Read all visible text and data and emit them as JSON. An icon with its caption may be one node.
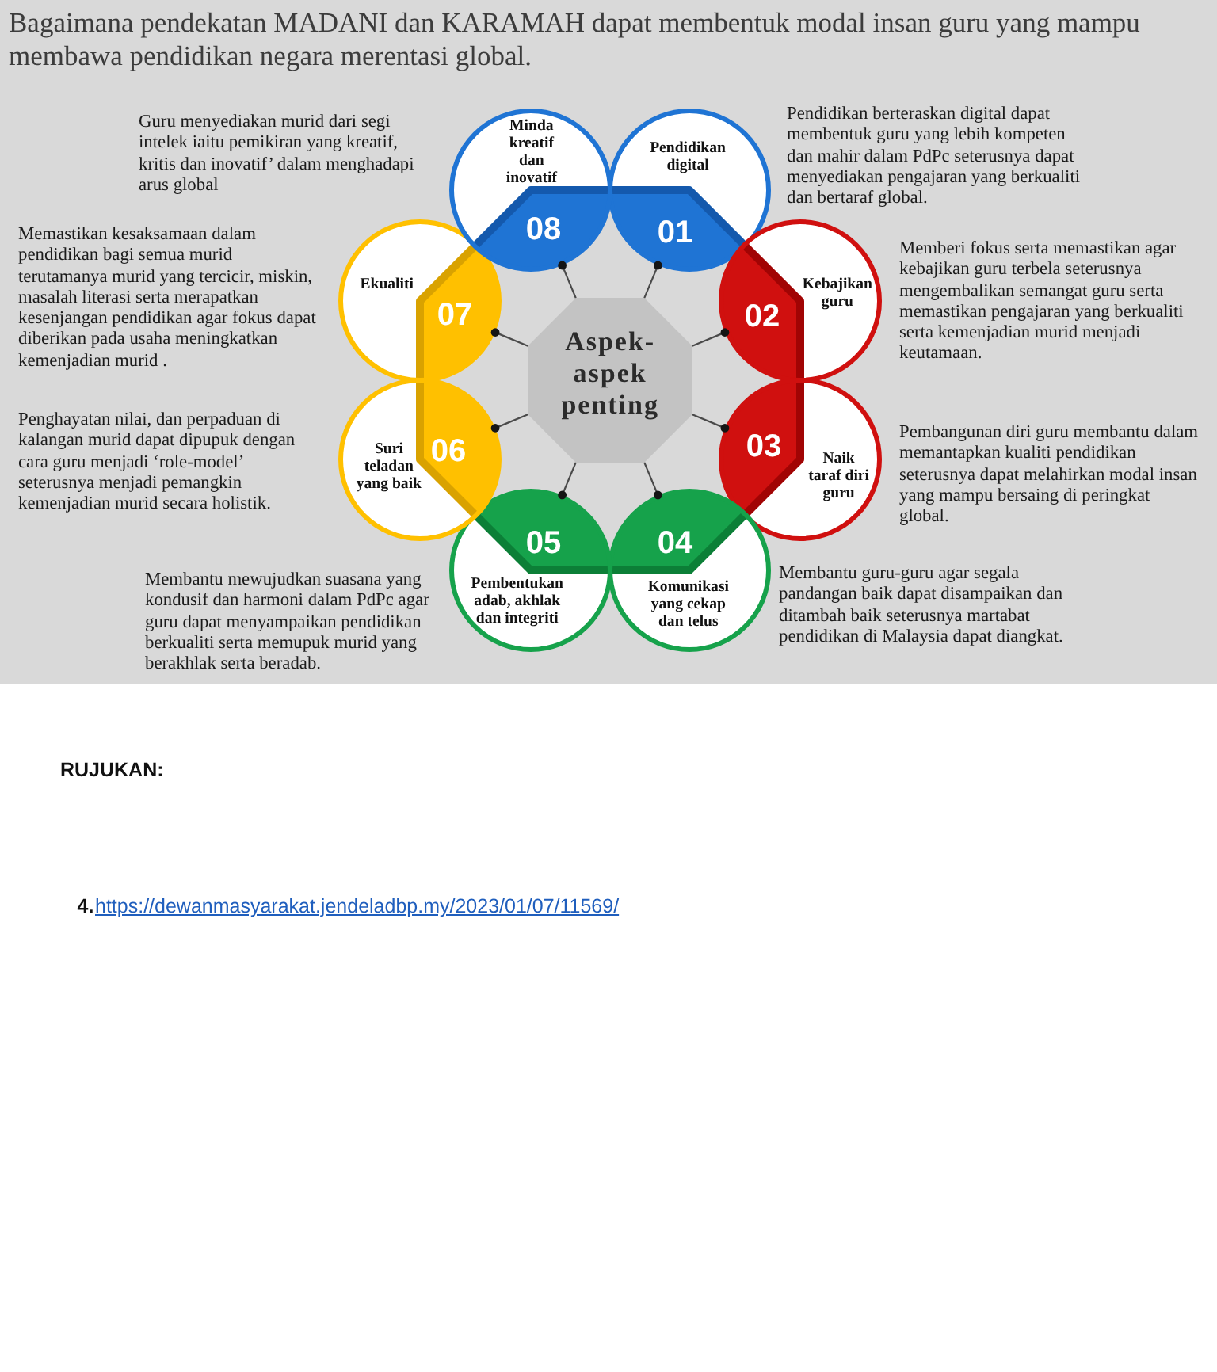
{
  "diagram": {
    "title": "Bagaimana pendekatan MADANI dan KARAMAH dapat membentuk modal insan guru yang mampu membawa pendidikan negara merentasi global.",
    "nodes": [
      {
        "text": [
          "Aspek-aspek penting"
        ]
      },
      {
        "text": [
          "Pendidikan digital",
          "01"
        ],
        "beside": [
          "Pendidikan berteraskan digital dapat membentuk guru yang lebih kompeten dan mahir dalam PdPc seterusnya dapat menyediakan pengajaran yang berkualiti dan bertaraf global."
        ]
      },
      {
        "text": [
          "02",
          "Kebajikan guru"
        ],
        "beside": [
          "Memberi fokus serta memastikan agar kebajikan guru terbela seterusnya mengembalikan semangat guru serta memastikan pengajaran yang berkualiti serta kemenjadian murid menjadi keutamaan."
        ]
      },
      {
        "text": [
          "03",
          "Naik taraf diri guru"
        ],
        "beside": [
          "Pembangunan diri guru membantu dalam memantapkan kualiti pendidikan seterusnya dapat melahirkan modal insan yang mampu bersaing di peringkat global."
        ]
      },
      {
        "text": [
          "04",
          "Komunikasi yang cekap dan telus"
        ],
        "beside": [
          "Membantu guru-guru agar segala pandangan baik dapat disampaikan dan ditambah baik seterusnya martabat pendidikan di Malaysia dapat diangkat."
        ]
      },
      {
        "text": [
          "05",
          "Pembentukan adab, akhlak dan integriti"
        ],
        "beside": [
          "Membantu mewujudkan suasana yang kondusif dan harmoni dalam PdPc agar guru dapat menyampaikan pendidikan berkualiti serta memupuk murid yang berakhlak serta beradab."
        ]
      },
      {
        "text": [
          "Suri teladan yang baik",
          "06"
        ],
        "beside": [
          "Penghayatan nilai, dan perpaduan di kalangan murid dapat dipupuk dengan cara guru menjadi ‘role-model’ seterusnya menjadi pemangkin kemenjadian murid secara holistik."
        ]
      },
      {
        "text": [
          "Ekualiti",
          "07"
        ],
        "beside": [
          "Memastikan kesaksamaan dalam pendidikan bagi semua murid terutamanya murid yang tercicir, miskin, masalah literasi serta merapatkan kesenjangan pendidikan agar fokus dapat diberikan pada usaha meningkatkan kemenjadian murid ."
        ]
      },
      {
        "text": [
          "Minda kreatif dan inovatif",
          "08"
        ],
        "beside": [
          "Guru menyediakan murid dari segi intelek iaitu pemikiran yang kreatif, kritis dan inovatif’ dalam menghadapi arus global"
        ]
      }
    ],
    "edges": [
      {
        "from": 0,
        "to": 1,
        "arrow": "other"
      },
      {
        "from": 0,
        "to": 2,
        "arrow": "other"
      },
      {
        "from": 0,
        "to": 3,
        "arrow": "other"
      },
      {
        "from": 0,
        "to": 4,
        "arrow": "other"
      },
      {
        "from": 0,
        "to": 5,
        "arrow": "other"
      },
      {
        "from": 0,
        "to": 6,
        "arrow": "other"
      },
      {
        "from": 0,
        "to": 7,
        "arrow": "other"
      },
      {
        "from": 0,
        "to": 8,
        "arrow": "other"
      }
    ],
    "labels": [
      "RUJUKAN:",
      "4.",
      "https://dewanmasyarakat.jendeladbp.my/2023/01/07/11569/"
    ]
  }
}
